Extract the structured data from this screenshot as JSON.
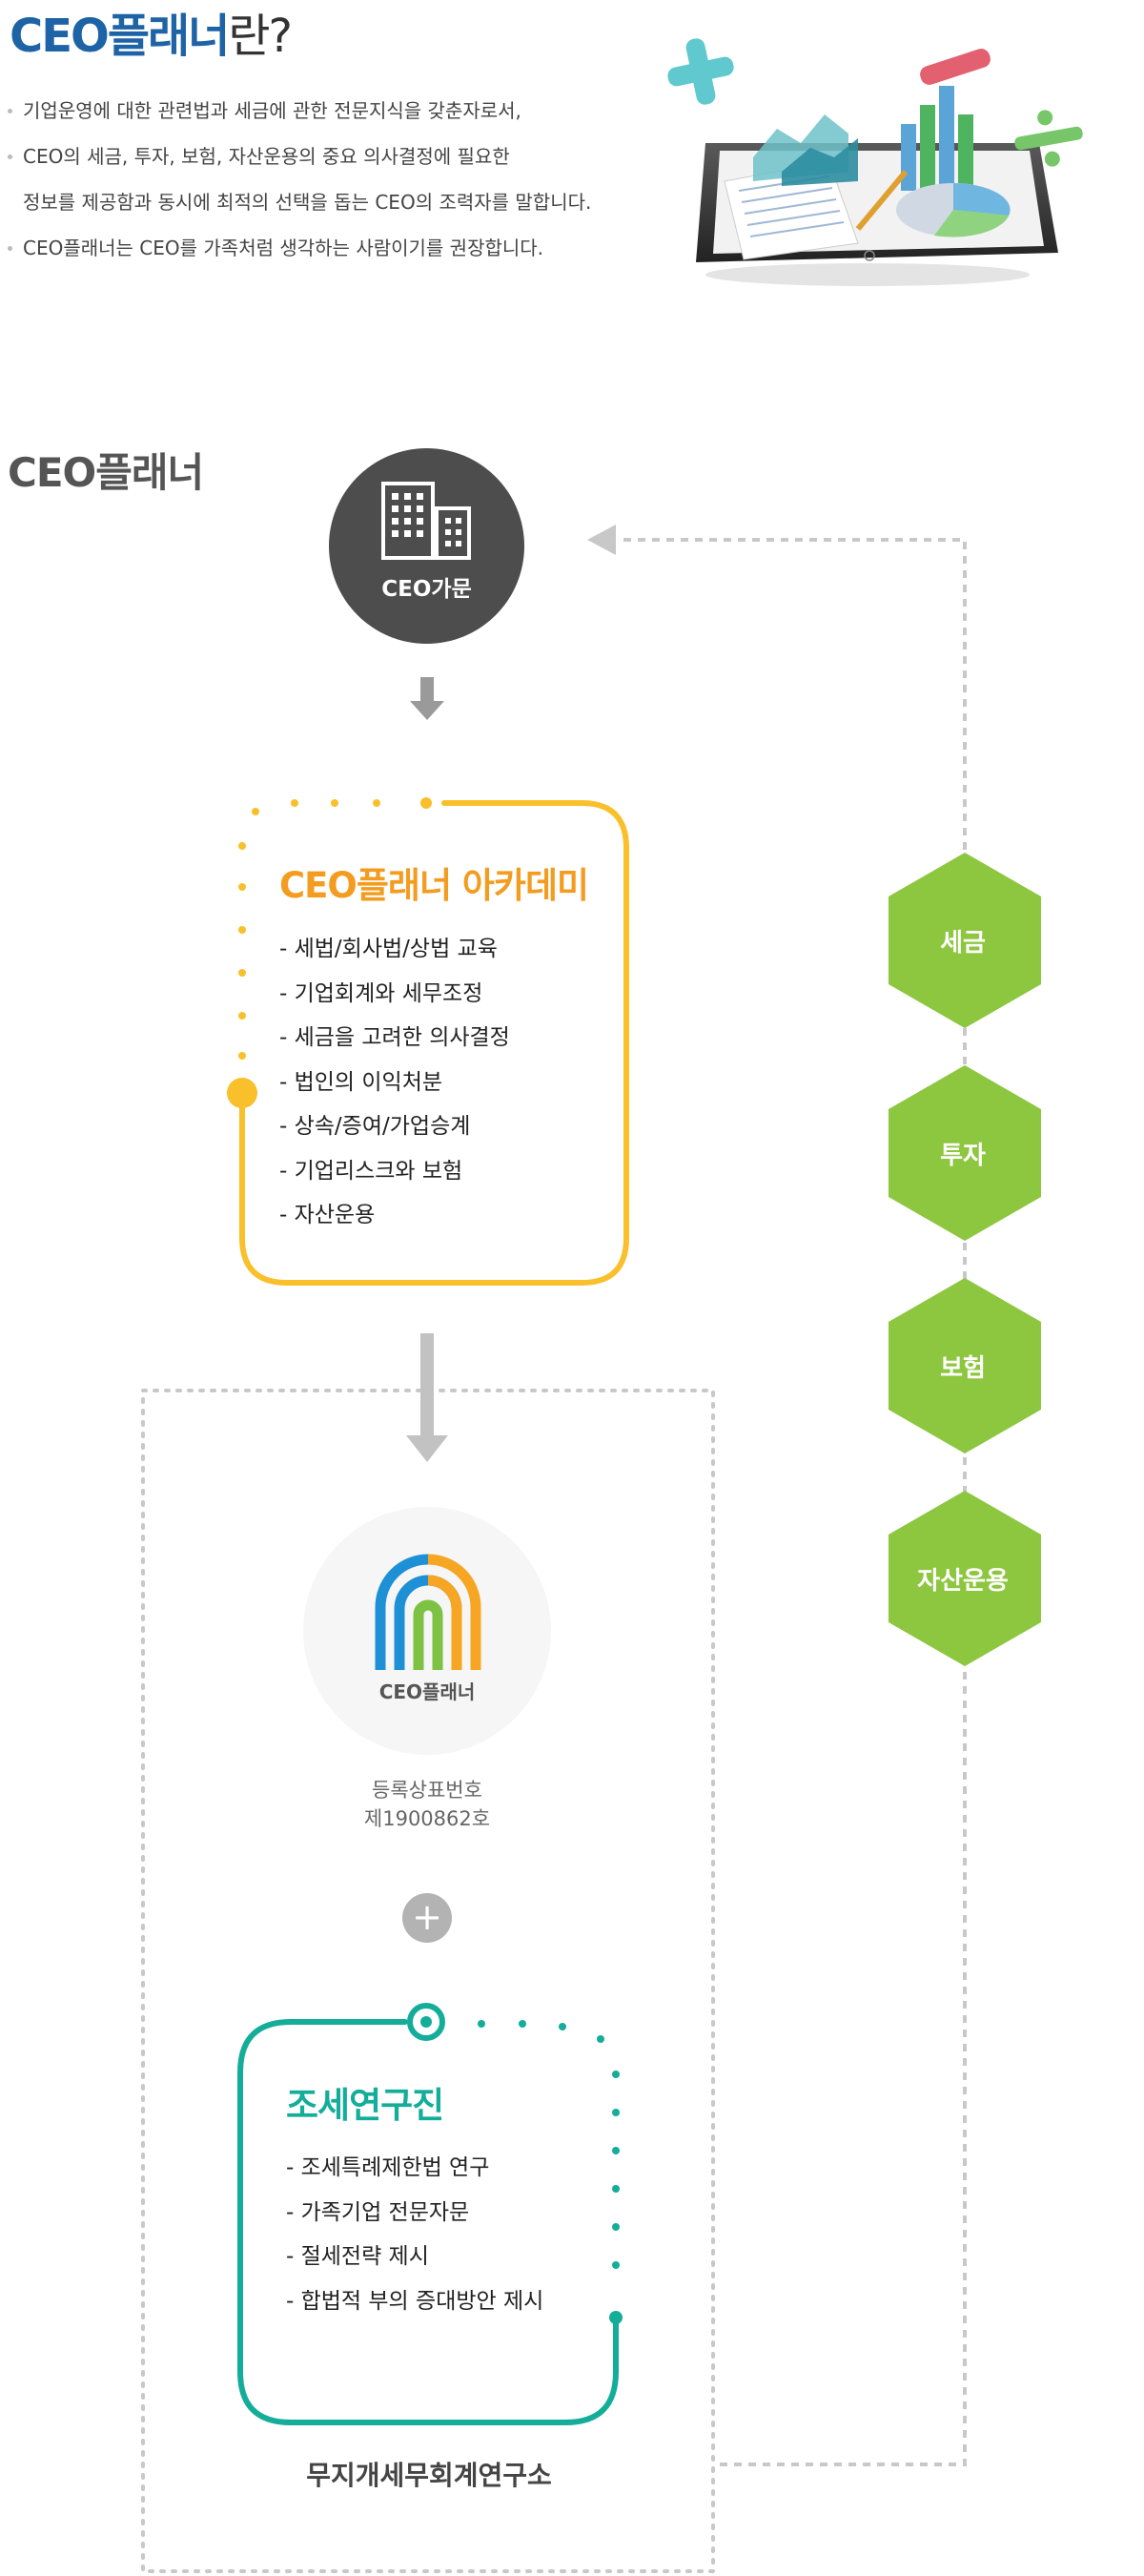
{
  "header": {
    "title_part1": "CEO플래너",
    "title_part2": "란?",
    "intro": [
      "기업운영에 대한 관련법과 세금에 관한 전문지식을 갖춘자로서,",
      "CEO의 세금, 투자, 보험, 자산운용의 중요 의사결정에 필요한",
      "정보를 제공함과 동시에 최적의 선택을 돕는 CEO의 조력자를 말합니다.",
      "CEO플래너는 CEO를 가족처럼 생각하는 사람이기를 권장합니다."
    ]
  },
  "diagram": {
    "section_title": "CEO플래너",
    "start_node": "CEO가문",
    "academy": {
      "title": "CEO플래너 아카데미",
      "items": [
        "- 세법/회사법/상법 교육",
        "- 기업회계와 세무조정",
        "- 세금을 고려한 의사결정",
        "- 법인의 이익처분",
        "- 상속/증여/가업승계",
        "- 기업리스크와 보험",
        "- 자산운용"
      ]
    },
    "logo_text": "CEO플래너",
    "registration": [
      "등록상표번호",
      "제1900862호"
    ],
    "plus_symbol": "+",
    "research": {
      "title": "조세연구진",
      "items": [
        "- 조세특례제한법 연구",
        "- 가족기업 전문자문",
        "- 절세전략 제시",
        "- 합법적 부의 증대방안 제시"
      ]
    },
    "firm_name": "무지개세무회계연구소",
    "services": [
      "세금",
      "투자",
      "보험",
      "자산운용"
    ]
  },
  "colors": {
    "brand_blue": "#1d63a6",
    "academy_yellow": "#f9c02c",
    "academy_title": "#f39c1f",
    "research_teal": "#14ad99",
    "hex_green": "#8dc63f",
    "dark_gray": "#4d4d4d"
  },
  "icons": [
    "building-icon",
    "arrow-down-icon",
    "arrow-left-icon",
    "ceo-planner-logo-icon",
    "plus-icon",
    "tablet-chart-illustration"
  ]
}
